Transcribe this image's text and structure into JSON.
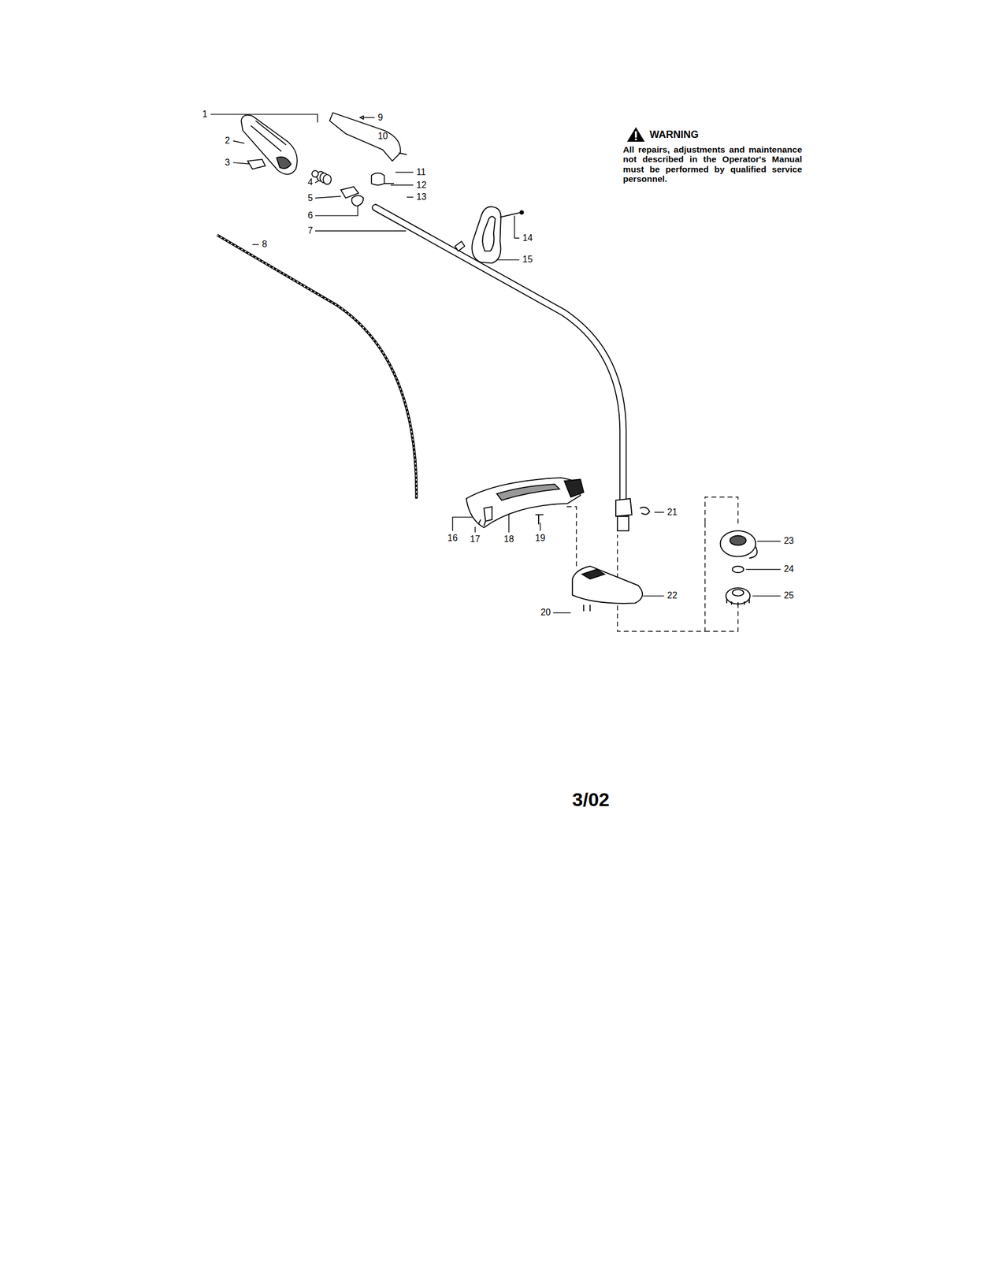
{
  "diagram": {
    "labels": [
      "1",
      "2",
      "3",
      "4",
      "5",
      "6",
      "7",
      "8",
      "9",
      "10",
      "11",
      "12",
      "13",
      "14",
      "15",
      "16",
      "17",
      "18",
      "19",
      "20",
      "21",
      "22",
      "23",
      "24",
      "25",
      "WARNING",
      "All repairs, adjustments and maintenance not described in the Operator's Manual must be performed by qualified service personnel.",
      "3/02"
    ]
  }
}
